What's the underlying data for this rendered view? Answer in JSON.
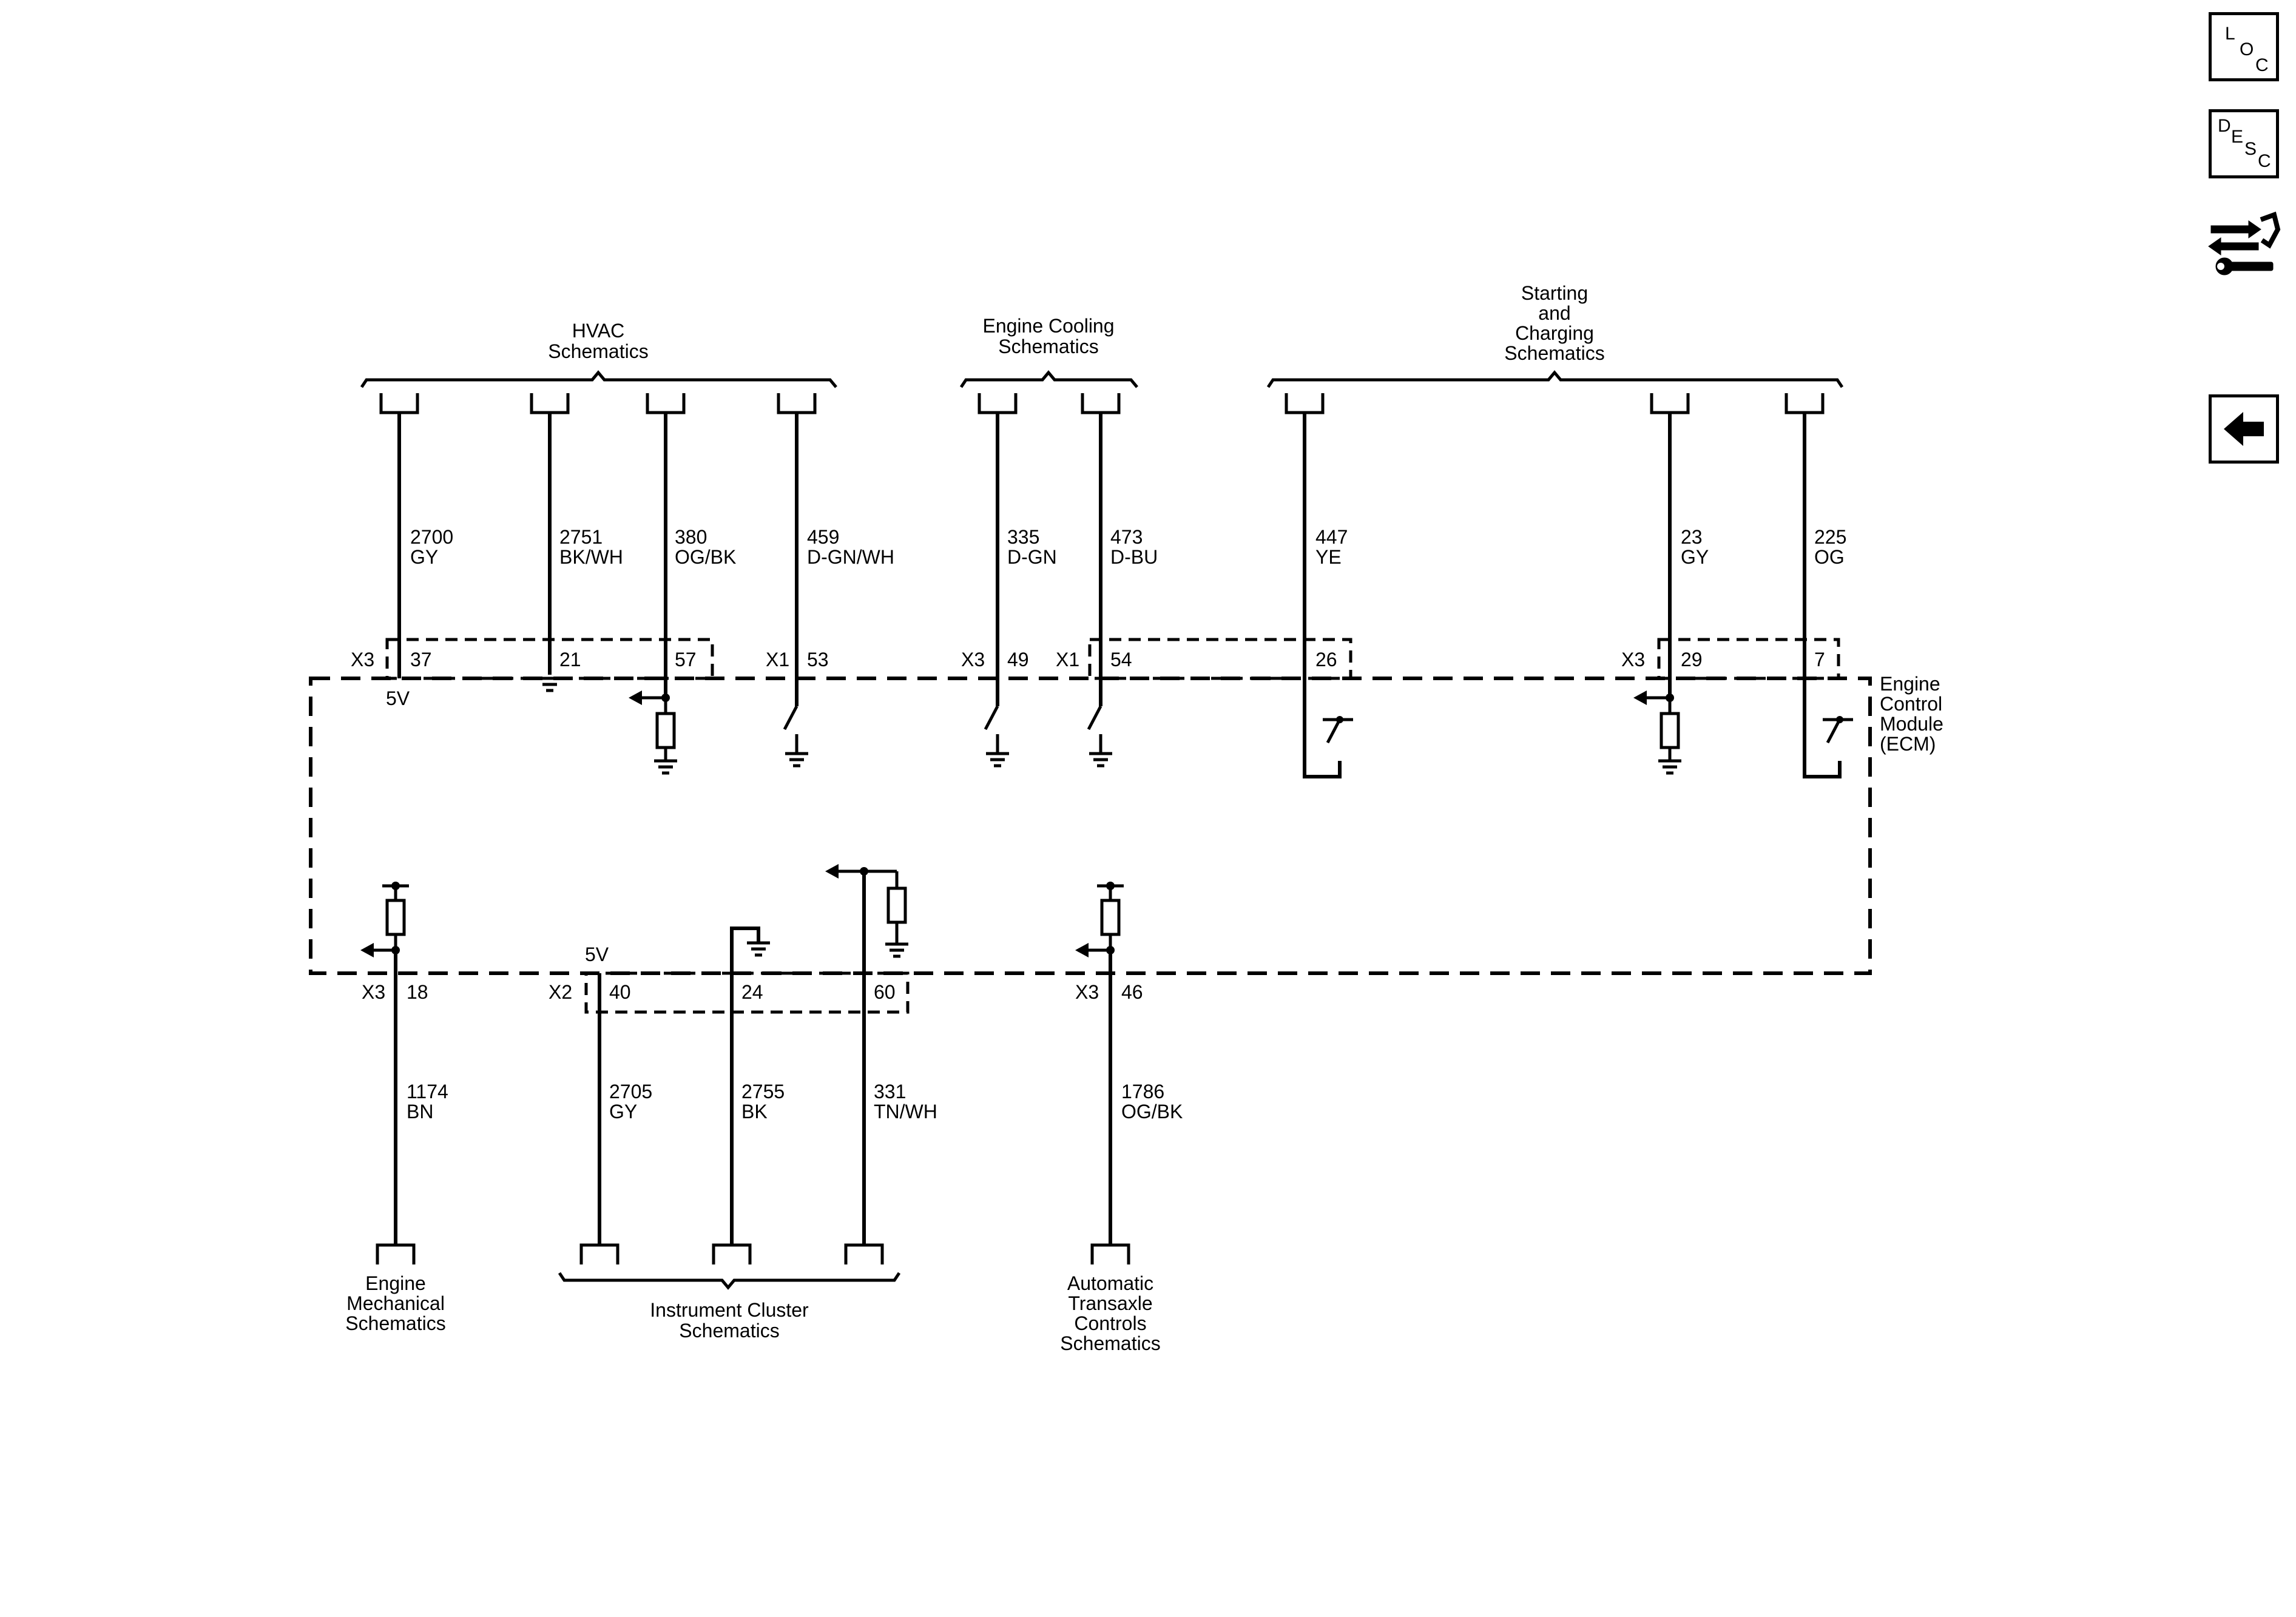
{
  "nav": {
    "loc": {
      "l1": "L",
      "l2": "O",
      "l3": "C"
    },
    "desc": {
      "l1": "D",
      "l2": "E",
      "l3": "S",
      "l4": "C"
    }
  },
  "module": {
    "line1": "Engine",
    "line2": "Control",
    "line3": "Module",
    "line4": "(ECM)"
  },
  "groups": {
    "hvac": [
      "HVAC",
      "Schematics"
    ],
    "cooling": [
      "Engine Cooling",
      "Schematics"
    ],
    "starting": [
      "Starting",
      "and",
      "Charging",
      "Schematics"
    ],
    "mechanical": [
      "Engine",
      "Mechanical",
      "Schematics"
    ],
    "cluster": [
      "Instrument Cluster",
      "Schematics"
    ],
    "transaxle": [
      "Automatic",
      "Transaxle",
      "Controls",
      "Schematics"
    ]
  },
  "connectors": {
    "x1": "X1",
    "x2": "X2",
    "x3": "X3"
  },
  "voltage": "5V",
  "circuits": {
    "c2700": {
      "num": "2700",
      "color": "GY",
      "pin": "37"
    },
    "c2751": {
      "num": "2751",
      "color": "BK/WH",
      "pin": "21"
    },
    "c380": {
      "num": "380",
      "color": "OG/BK",
      "pin": "57"
    },
    "c459": {
      "num": "459",
      "color": "D-GN/WH",
      "pin": "53"
    },
    "c335": {
      "num": "335",
      "color": "D-GN",
      "pin": "49"
    },
    "c473": {
      "num": "473",
      "color": "D-BU",
      "pin": "54"
    },
    "c447": {
      "num": "447",
      "color": "YE",
      "pin": "26"
    },
    "c23": {
      "num": "23",
      "color": "GY",
      "pin": "29"
    },
    "c225": {
      "num": "225",
      "color": "OG",
      "pin": "7"
    },
    "c1174": {
      "num": "1174",
      "color": "BN",
      "pin": "18"
    },
    "c2705": {
      "num": "2705",
      "color": "GY",
      "pin": "40"
    },
    "c2755": {
      "num": "2755",
      "color": "BK",
      "pin": "24"
    },
    "c331": {
      "num": "331",
      "color": "TN/WH",
      "pin": "60"
    },
    "c1786": {
      "num": "1786",
      "color": "OG/BK",
      "pin": "46"
    }
  }
}
